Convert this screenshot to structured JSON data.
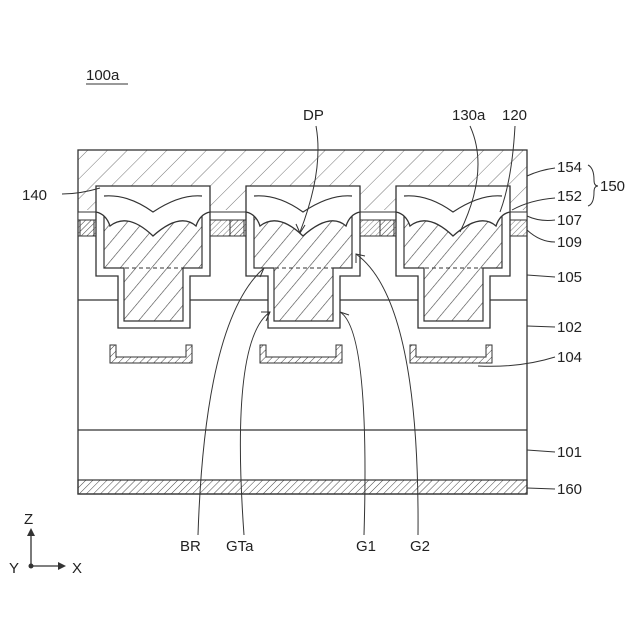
{
  "figure_label": "100a",
  "labels": {
    "dp": "DP",
    "l130a": "130a",
    "l120": "120",
    "l154": "154",
    "l150": "150",
    "l152": "152",
    "l140": "140",
    "l107": "107",
    "l109": "109",
    "l105": "105",
    "l102": "102",
    "l104": "104",
    "l101": "101",
    "l160": "160",
    "br": "BR",
    "gta": "GTa",
    "g1": "G1",
    "g2": "G2"
  },
  "axes": {
    "z": "Z",
    "y": "Y",
    "x": "X"
  },
  "colors": {
    "line": "#333333",
    "background": "#ffffff"
  }
}
